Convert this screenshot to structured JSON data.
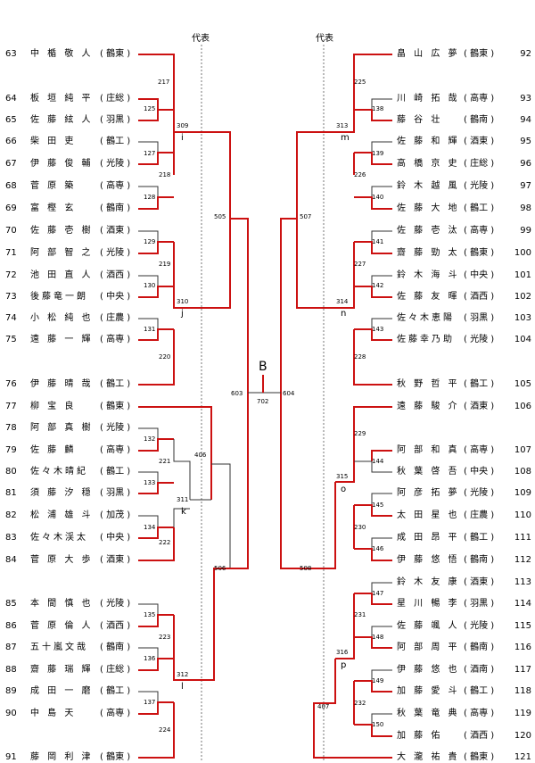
{
  "header": {
    "rep_left": "代表",
    "rep_right": "代表"
  },
  "final": {
    "label": "B",
    "match": "702",
    "semi_left": "603",
    "semi_right": "604"
  },
  "left_players": [
    {
      "no": "63",
      "name": "中 楯 敬 人",
      "team": "( 鶴東 )"
    },
    {
      "no": "64",
      "name": "板 垣 純 平",
      "team": "( 庄総 )"
    },
    {
      "no": "65",
      "name": "佐 藤 絃 人",
      "team": "( 羽黒 )"
    },
    {
      "no": "66",
      "name": "柴 田  吏",
      "team": "( 鶴工 )"
    },
    {
      "no": "67",
      "name": "伊 藤 俊 輔",
      "team": "( 光陵 )"
    },
    {
      "no": "68",
      "name": "菅 原  築",
      "team": "( 高専 )"
    },
    {
      "no": "69",
      "name": "富 樫  玄",
      "team": "( 鶴南 )"
    },
    {
      "no": "70",
      "name": "佐 藤 壱 樹",
      "team": "( 酒東 )"
    },
    {
      "no": "71",
      "name": "阿 部 智 之",
      "team": "( 光陵 )"
    },
    {
      "no": "72",
      "name": "池 田 直 人",
      "team": "( 酒西 )"
    },
    {
      "no": "73",
      "name": "後藤竜一朗",
      "team": "( 中央 )"
    },
    {
      "no": "74",
      "name": "小 松 純 也",
      "team": "( 庄農 )"
    },
    {
      "no": "75",
      "name": "遠 藤 一 輝",
      "team": "( 高専 )"
    },
    {
      "no": "76",
      "name": "伊 藤 晴 哉",
      "team": "( 鶴工 )"
    },
    {
      "no": "77",
      "name": "柳   宝 良",
      "team": "( 鶴東 )"
    },
    {
      "no": "78",
      "name": "阿 部 真 樹",
      "team": "( 光陵 )"
    },
    {
      "no": "79",
      "name": "佐 藤  麟",
      "team": "( 高専 )"
    },
    {
      "no": "80",
      "name": "佐々木晴紀",
      "team": "( 鶴工 )"
    },
    {
      "no": "81",
      "name": "須 藤 汐 穏",
      "team": "( 羽黒 )"
    },
    {
      "no": "82",
      "name": "松 浦 雄 斗",
      "team": "( 加茂 )"
    },
    {
      "no": "83",
      "name": "佐々木渓太",
      "team": "( 中央 )"
    },
    {
      "no": "84",
      "name": "菅 原 大 歩",
      "team": "( 酒東 )"
    },
    {
      "no": "85",
      "name": "本 間 慎 也",
      "team": "( 光陵 )"
    },
    {
      "no": "86",
      "name": "菅 原 倫 人",
      "team": "( 酒西 )"
    },
    {
      "no": "87",
      "name": "五十嵐文哉",
      "team": "( 鶴南 )"
    },
    {
      "no": "88",
      "name": "齋 藤 瑞 輝",
      "team": "( 庄総 )"
    },
    {
      "no": "89",
      "name": "成 田 一 磨",
      "team": "( 鶴工 )"
    },
    {
      "no": "90",
      "name": "中  島  天",
      "team": "( 高専 )"
    },
    {
      "no": "91",
      "name": "藤 岡 利 津",
      "team": "( 鶴東 )"
    }
  ],
  "right_players": [
    {
      "no": "92",
      "name": "畠 山 広 夢",
      "team": "( 鶴東 )"
    },
    {
      "no": "93",
      "name": "川 崎 拓 哉",
      "team": "( 高専 )"
    },
    {
      "no": "94",
      "name": "藤 谷  壮",
      "team": "( 鶴南 )"
    },
    {
      "no": "95",
      "name": "佐 藤 和 輝",
      "team": "( 酒東 )"
    },
    {
      "no": "96",
      "name": "高 橋 京 史",
      "team": "( 庄総 )"
    },
    {
      "no": "97",
      "name": "鈴 木 越 風",
      "team": "( 光陵 )"
    },
    {
      "no": "98",
      "name": "佐 藤 大 地",
      "team": "( 鶴工 )"
    },
    {
      "no": "99",
      "name": "佐 藤 壱 汰",
      "team": "( 高専 )"
    },
    {
      "no": "100",
      "name": "齋 藤 勁 太",
      "team": "( 鶴東 )"
    },
    {
      "no": "101",
      "name": "鈴 木 海 斗",
      "team": "( 中央 )"
    },
    {
      "no": "102",
      "name": "佐 藤 友 暉",
      "team": "( 酒西 )"
    },
    {
      "no": "103",
      "name": "佐々木恵陽",
      "team": "( 羽黒 )"
    },
    {
      "no": "104",
      "name": "佐藤幸乃助",
      "team": "( 光陵 )"
    },
    {
      "no": "105",
      "name": "秋 野 哲 平",
      "team": "( 鶴工 )"
    },
    {
      "no": "106",
      "name": "遠 藤 駿 介",
      "team": "( 酒東 )"
    },
    {
      "no": "107",
      "name": "阿 部 和 真",
      "team": "( 高専 )"
    },
    {
      "no": "108",
      "name": "秋 葉 啓 吾",
      "team": "( 中央 )"
    },
    {
      "no": "109",
      "name": "阿 彦 拓 夢",
      "team": "( 光陵 )"
    },
    {
      "no": "110",
      "name": "太 田 星 也",
      "team": "( 庄農 )"
    },
    {
      "no": "111",
      "name": "成 田 昂 平",
      "team": "( 鶴工 )"
    },
    {
      "no": "112",
      "name": "伊 藤 悠 悟",
      "team": "( 鶴南 )"
    },
    {
      "no": "113",
      "name": "鈴 木 友 康",
      "team": "( 酒東 )"
    },
    {
      "no": "114",
      "name": "星 川 暢 李",
      "team": "( 羽黒 )"
    },
    {
      "no": "115",
      "name": "佐 藤 颯 人",
      "team": "( 光陵 )"
    },
    {
      "no": "116",
      "name": "阿 部 周 平",
      "team": "( 鶴南 )"
    },
    {
      "no": "117",
      "name": "伊 藤 悠 也",
      "team": "( 酒南 )"
    },
    {
      "no": "118",
      "name": "加 藤 愛 斗",
      "team": "( 鶴工 )"
    },
    {
      "no": "119",
      "name": "秋 葉 竜 典",
      "team": "( 高専 )"
    },
    {
      "no": "120",
      "name": "加 藤  佑",
      "team": "( 酒西 )"
    },
    {
      "no": "121",
      "name": "大 瀧 祐 貴",
      "team": "( 鶴東 )"
    }
  ],
  "left_matches": [
    "217",
    "125",
    "309",
    "i",
    "127",
    "218",
    "128",
    "505",
    "129",
    "219",
    "130",
    "310",
    "j",
    "131",
    "220",
    "406",
    "132",
    "221",
    "133",
    "311",
    "k",
    "134",
    "222",
    "506",
    "135",
    "223",
    "136",
    "312",
    "l",
    "137",
    "224"
  ],
  "right_matches": [
    "225",
    "138",
    "313",
    "m",
    "139",
    "226",
    "140",
    "507",
    "141",
    "227",
    "142",
    "314",
    "n",
    "143",
    "228",
    "229",
    "144",
    "315",
    "o",
    "145",
    "230",
    "146",
    "508",
    "147",
    "231",
    "148",
    "316",
    "p",
    "149",
    "232",
    "150",
    "407"
  ]
}
